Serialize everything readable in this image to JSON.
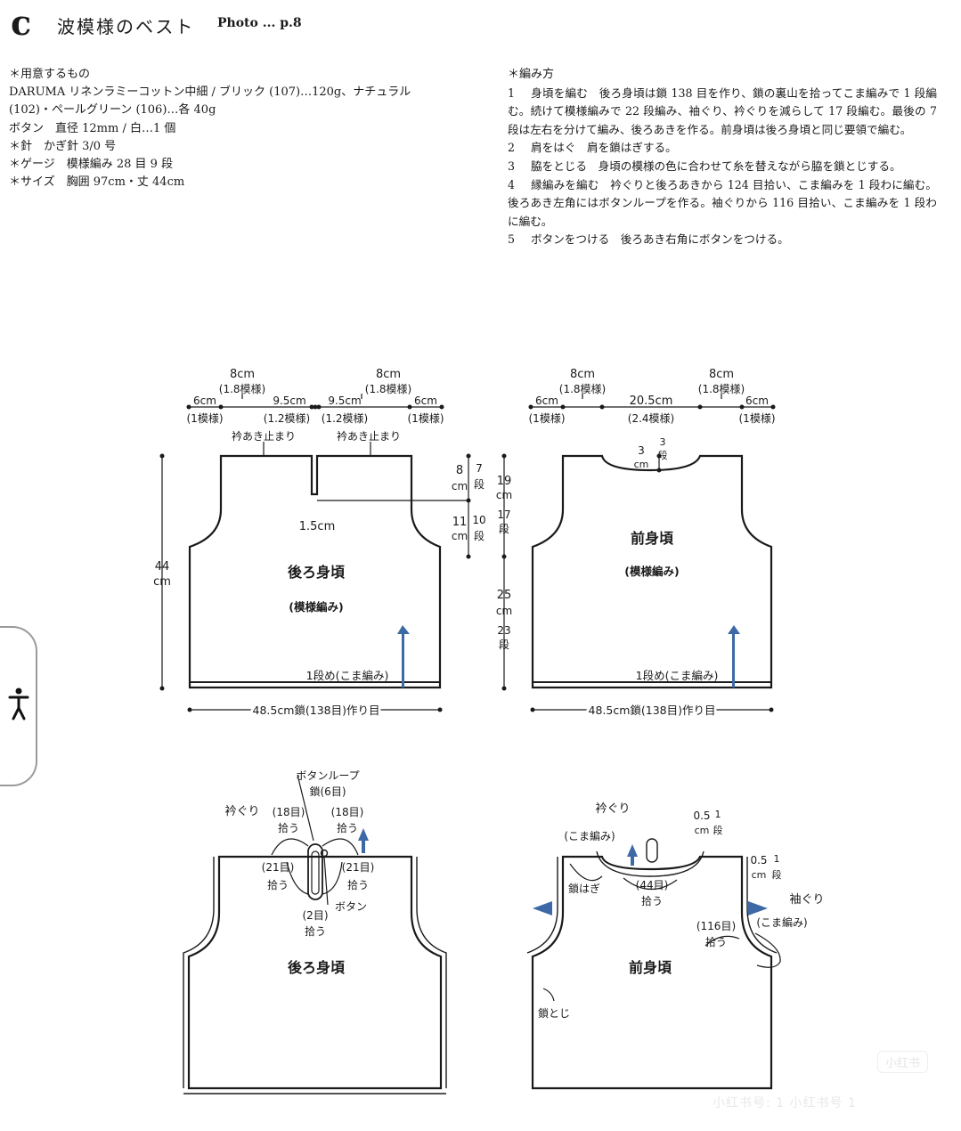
{
  "header": {
    "letter": "c",
    "title": "波模様のベスト",
    "photo_ref": "Photo ... p.8"
  },
  "materials": {
    "lines": [
      "＊用意するもの",
      "DARUMA リネンラミーコットン中細 / ブリック (107)…120g、ナチュラル",
      "(102)・ペールグリーン (106)…各 40g",
      "ボタン　直径 12mm / 白…1 個",
      "＊針　かぎ針 3/0 号",
      "＊ゲージ　模様編み 28 目 9 段",
      "＊サイズ　胸囲 97cm・丈 44cm"
    ]
  },
  "instructions": {
    "heading": "＊編み方",
    "steps": [
      {
        "num": "1",
        "text": "身頃を編む　後ろ身頃は鎖 138 目を作り、鎖の裏山を拾ってこま編みで 1 段編む。続けて模様編みで 22 段編み、袖ぐり、衿ぐりを減らして 17 段編む。最後の 7 段は左右を分けて編み、後ろあきを作る。前身頃は後ろ身頃と同じ要領で編む。"
      },
      {
        "num": "2",
        "text": "肩をはぐ　肩を鎖はぎする。"
      },
      {
        "num": "3",
        "text": "脇をとじる　身頃の模様の色に合わせて糸を替えながら脇を鎖とじする。"
      },
      {
        "num": "4",
        "text": "縁編みを編む　衿ぐりと後ろあきから 124 目拾い、こま編みを 1 段わに編む。後ろあき左角にはボタンループを作る。袖ぐりから 116 目拾い、こま編みを 1 段わに編む。"
      },
      {
        "num": "5",
        "text": "ボタンをつける　後ろあき右角にボタンをつける。"
      }
    ]
  },
  "diagram": {
    "back_labels": {
      "shoulder": "8cm",
      "shoulder_pattern": "(1.8模様)",
      "armhole": "6cm",
      "armhole_pattern": "(1模様)",
      "neck": "9.5cm",
      "neck_pattern": "(1.2模様)",
      "neck_stop": "衿あき止まり",
      "slit": "1.5cm",
      "height": "44",
      "height_unit": "cm",
      "name": "後ろ身頃",
      "stitch": "(模様編み)",
      "first_row": "1段め(こま編み)",
      "base": "48.5cm鎖(138目)作り目"
    },
    "side_labels": {
      "opening_cm": "8",
      "opening_rows": "7",
      "cm": "cm",
      "dan": "段",
      "lower_cm": "11",
      "lower_rows": "10",
      "arm_cm": "19",
      "arm_rows": "17",
      "body_cm": "25",
      "body_rows": "23"
    },
    "front_labels": {
      "shoulder": "8cm",
      "shoulder_pattern": "(1.8模様)",
      "armhole": "6cm",
      "armhole_pattern": "(1模様)",
      "neck": "20.5cm",
      "neck_pattern": "(2.4模様)",
      "neck_depth_cm": "3",
      "neck_depth_rows": "3",
      "name": "前身頃",
      "stitch": "(模様編み)",
      "first_row": "1段め(こま編み)",
      "base": "48.5cm鎖(138目)作り目"
    },
    "finish_back": {
      "loop": "ボタンループ",
      "loop_chain": "鎖(6目)",
      "neckline": "衿ぐり",
      "pick18": "(18目)",
      "pick21": "(21目)",
      "pick2": "(2目)",
      "pick_word": "拾う",
      "button": "ボタン",
      "name": "後ろ身頃"
    },
    "finish_front": {
      "neckline": "衿ぐり",
      "sc": "(こま編み)",
      "half_cm": "0.5",
      "one_row": "1",
      "chain_join": "鎖はぎ",
      "pick44": "(44目)",
      "pick116": "(116目)",
      "pick_word": "拾う",
      "armhole": "袖ぐり",
      "side_seam": "鎖とじ",
      "name": "前身頃"
    }
  },
  "watermark": {
    "badge": "小红书",
    "text": "小红书号: 1 小红书号 1"
  },
  "colors": {
    "line": "#1a1a1a",
    "arrow": "#3d6aa6"
  }
}
